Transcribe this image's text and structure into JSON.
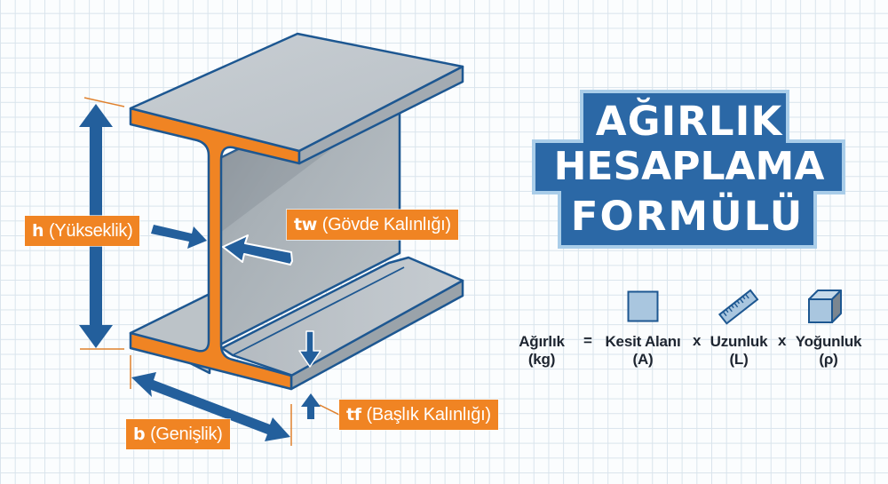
{
  "title": {
    "lines": [
      "AĞIRLIK",
      "HESAPLAMA",
      "FORMÜLÜ"
    ],
    "bg_color": "#2b68a6",
    "border_color": "#a9cde9",
    "text_color": "#ffffff"
  },
  "beam_labels": {
    "height": {
      "symbol": "h",
      "text": "(Yükseklik)"
    },
    "web_thickness": {
      "symbol": "tw",
      "text": "(Gövde Kalınlığı)"
    },
    "width": {
      "symbol": "b",
      "text": "(Genişlik)"
    },
    "flange_thickness": {
      "symbol": "tf",
      "text": "(Başlık Kalınlığı)"
    }
  },
  "formula": {
    "result": {
      "line1": "Ağırlık",
      "line2": "(kg)"
    },
    "equals": "=",
    "times": "x",
    "terms": [
      {
        "name": "Kesit Alanı",
        "symbol": "(A)",
        "icon": "square-area-icon"
      },
      {
        "name": "Uzunluk",
        "symbol": "(L)",
        "icon": "ruler-icon"
      },
      {
        "name": "Yoğunluk",
        "symbol": "(ρ)",
        "icon": "cube-icon"
      }
    ]
  },
  "colors": {
    "accent_orange": "#f08423",
    "dimension_blue": "#235f9c",
    "outline_blue": "#1d5791",
    "steel_light": "#c2c9cf",
    "steel_mid": "#a9b1b8",
    "steel_dark": "#8e979f",
    "icon_fill": "#a9c6df"
  }
}
